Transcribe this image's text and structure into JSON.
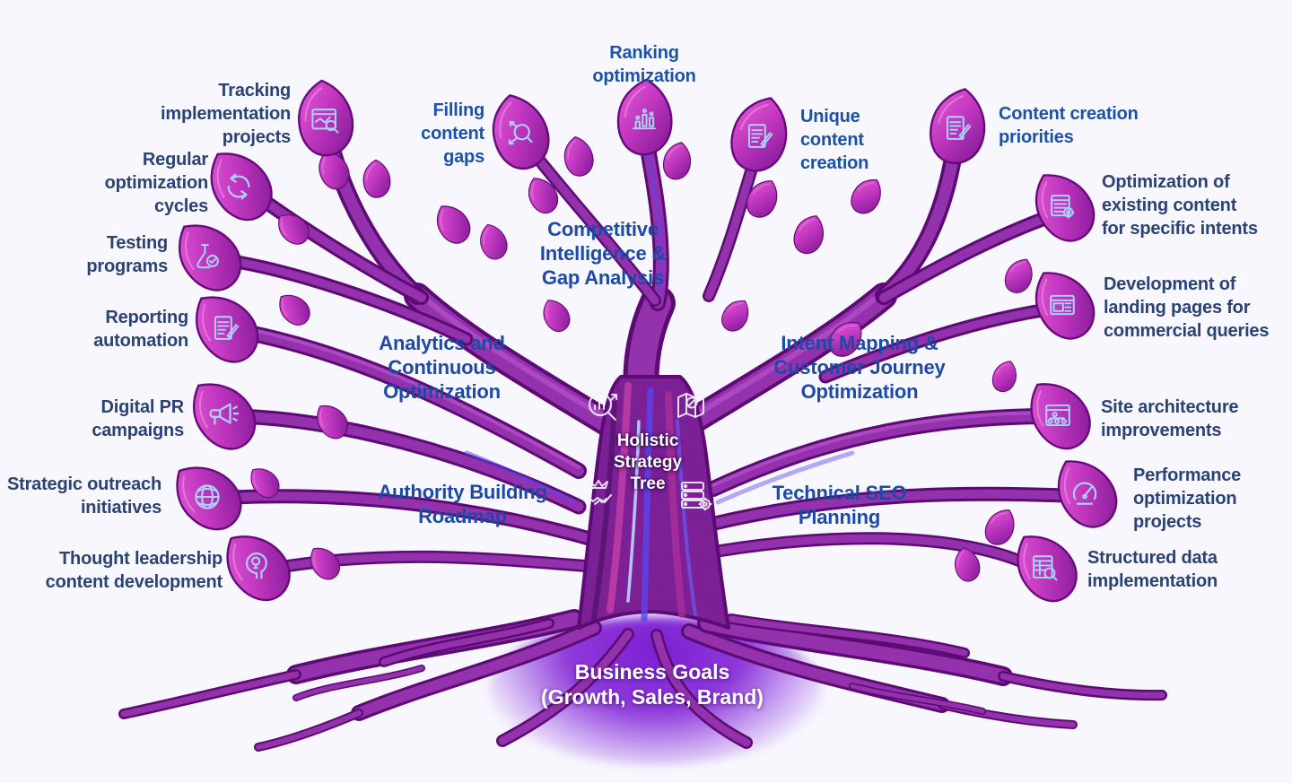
{
  "diagram": {
    "title": "Holistic Strategy Tree",
    "center": {
      "label": "Holistic\nStrategy\nTree",
      "icons": [
        "search-analytics-icon",
        "map-location-icon",
        "handshake-crown-icon",
        "server-gear-icon"
      ]
    },
    "root_goal": {
      "label": "Business Goals\n(Growth, Sales, Brand)"
    },
    "branches": [
      {
        "id": "competitive-intelligence",
        "label": "Competitive\nIntelligence &\nGap Analysis"
      },
      {
        "id": "analytics-optimization",
        "label": "Analytics and\nContinuous\nOptimization"
      },
      {
        "id": "intent-mapping",
        "label": "Intent Mapping &\nCustomer Journey\nOptimization"
      },
      {
        "id": "authority-building",
        "label": "Authority Building\nRoadmap"
      },
      {
        "id": "technical-seo",
        "label": "Technical SEO\nPlanning"
      }
    ],
    "leaves": [
      {
        "id": "tracking",
        "label": "Tracking\nimplementation\nprojects",
        "icon": "window-chart-search-icon"
      },
      {
        "id": "regular-cycles",
        "label": "Regular\noptimization\ncycles",
        "icon": "refresh-cycle-icon"
      },
      {
        "id": "testing",
        "label": "Testing\nprograms",
        "icon": "flask-check-icon"
      },
      {
        "id": "reporting",
        "label": "Reporting\nautomation",
        "icon": "document-pencil-icon"
      },
      {
        "id": "digital-pr",
        "label": "Digital PR\ncampaigns",
        "icon": "megaphone-icon"
      },
      {
        "id": "strategic-outreach",
        "label": "Strategic outreach\ninitiatives",
        "icon": "globe-icon"
      },
      {
        "id": "thought-leadership",
        "label": "Thought leadership\ncontent development",
        "icon": "head-idea-icon"
      },
      {
        "id": "filling-gaps",
        "label": "Filling\ncontent\ngaps",
        "icon": "magnifier-arrows-icon"
      },
      {
        "id": "ranking",
        "label": "Ranking\noptimization",
        "icon": "bar-chart-icon"
      },
      {
        "id": "unique-content",
        "label": "Unique\ncontent\ncreation",
        "icon": "document-pen-icon"
      },
      {
        "id": "content-priorities",
        "label": "Content creation\npriorities",
        "icon": "document-pencil-icon"
      },
      {
        "id": "optimize-existing",
        "label": "Optimization of\nexisting content\nfor specific intents",
        "icon": "document-gear-icon"
      },
      {
        "id": "landing-pages",
        "label": "Development of\nlanding pages for\ncommercial queries",
        "icon": "browser-layout-icon"
      },
      {
        "id": "site-architecture",
        "label": "Site architecture\nimprovements",
        "icon": "sitemap-icon"
      },
      {
        "id": "performance",
        "label": "Performance\noptimization\nprojects",
        "icon": "speedometer-icon"
      },
      {
        "id": "structured-data",
        "label": "Structured data\nimplementation",
        "icon": "table-search-icon"
      }
    ],
    "colors": {
      "background": "#f8f7fd",
      "branch_fill": "#9431ac",
      "branch_outline": "#5c0b74",
      "leaf_light": "#e75fd8",
      "leaf_dark": "#7d1694",
      "electric_blue": "#5a46ee",
      "icon_blue": "#abd3fa",
      "label_royal_blue": "#1d51a8",
      "label_navy": "#2a4374",
      "center_text": "#ffffff",
      "glow_purple": "#7b1fd2"
    }
  }
}
